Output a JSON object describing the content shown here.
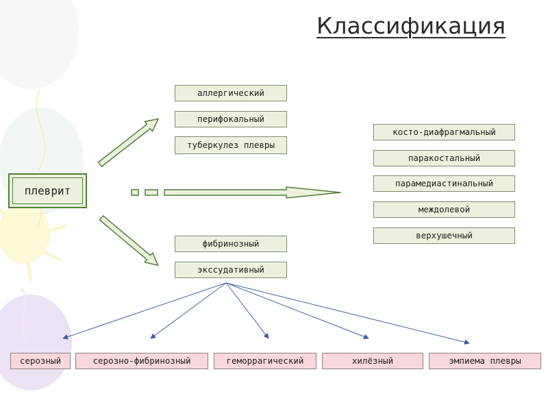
{
  "title": "Классификация",
  "root": "плеврит",
  "upper_group": [
    "аллергический",
    "перифокальный",
    "туберкулез плевры"
  ],
  "right_group": [
    "косто-диафрагмальный",
    "паракостальный",
    "парамедиастинальный",
    "междолевой",
    "верхушечный"
  ],
  "lower_group": [
    "фибринозный",
    "экссудативный"
  ],
  "bottom_group": [
    "серозный",
    "серозно-фибринозный",
    "геморрагический",
    "хилёзный",
    "эмпиема плевры"
  ],
  "colors": {
    "green_box": "#ebf1de",
    "pink_box": "#f8d8dc",
    "root_border": "#4f7f36",
    "arrow": "#4f7f36"
  }
}
